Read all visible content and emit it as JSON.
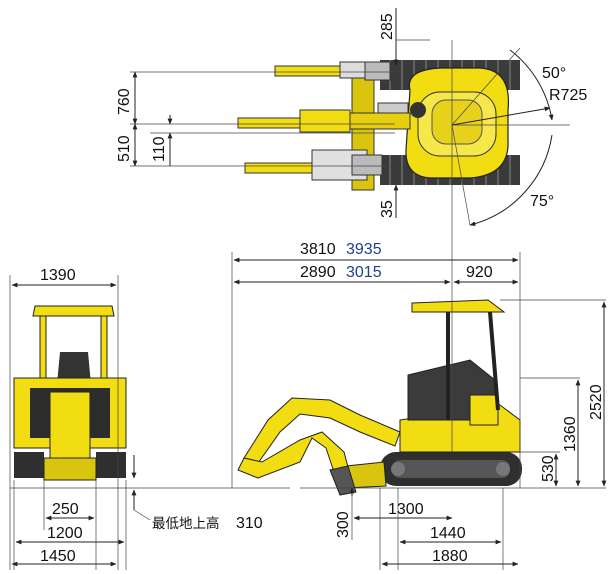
{
  "colors": {
    "machine_yellow": "#f2dc12",
    "machine_dark": "#2a2a2a",
    "dimension_line": "#222222",
    "blue_value": "#1f3f8f"
  },
  "top_view": {
    "dims": {
      "d285": "285",
      "d760": "760",
      "d510": "510",
      "d110": "110",
      "d35": "35",
      "angle_left": "50°",
      "angle_right": "75°",
      "radius": "R725"
    }
  },
  "front_view": {
    "dims": {
      "width_top": "1390",
      "d250": "250",
      "d1200": "1200",
      "d1450": "1450",
      "ground_clearance_label": "最低地上高",
      "ground_clearance_value": "310"
    }
  },
  "side_view": {
    "dims": {
      "overall_length": "3810",
      "overall_length_alt": "3935",
      "length_2": "2890",
      "length_2_alt": "3015",
      "tail": "920",
      "height_total": "2520",
      "height_1360": "1360",
      "height_530": "530",
      "d300": "300",
      "d1300": "1300",
      "d1440": "1440",
      "d1880": "1880"
    }
  }
}
